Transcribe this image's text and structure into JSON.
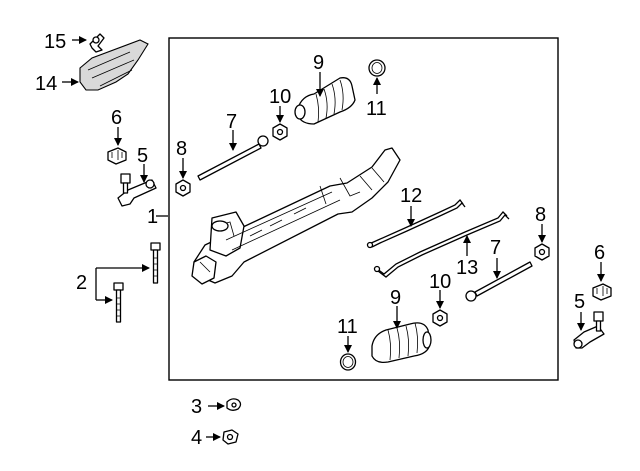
{
  "callouts": {
    "c1": "1",
    "c2": "2",
    "c3": "3",
    "c4": "4",
    "c5_left": "5",
    "c5_right": "5",
    "c6_left": "6",
    "c6_right": "6",
    "c7_top": "7",
    "c7_right": "7",
    "c8_left": "8",
    "c8_right": "8",
    "c9_top": "9",
    "c9_bottom": "9",
    "c10_top": "10",
    "c10_bottom": "10",
    "c11_top": "11",
    "c11_bottom": "11",
    "c12": "12",
    "c13": "13",
    "c14": "14",
    "c15": "15"
  }
}
